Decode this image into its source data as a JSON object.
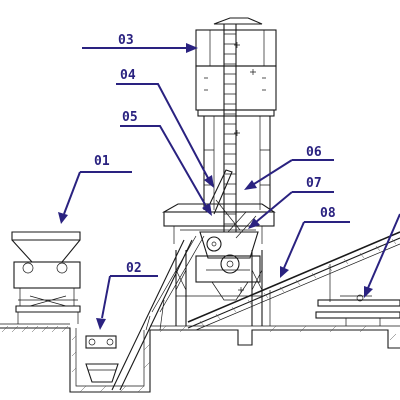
{
  "diagram": {
    "callouts": [
      {
        "id": "c01",
        "label": "01"
      },
      {
        "id": "c02",
        "label": "02"
      },
      {
        "id": "c03",
        "label": "03"
      },
      {
        "id": "c04",
        "label": "04"
      },
      {
        "id": "c05",
        "label": "05"
      },
      {
        "id": "c06",
        "label": "06"
      },
      {
        "id": "c07",
        "label": "07"
      },
      {
        "id": "c08",
        "label": "08"
      }
    ],
    "colors": {
      "callout": "#2a2280",
      "linework": "#1a1a1a",
      "background": "#ffffff"
    }
  }
}
